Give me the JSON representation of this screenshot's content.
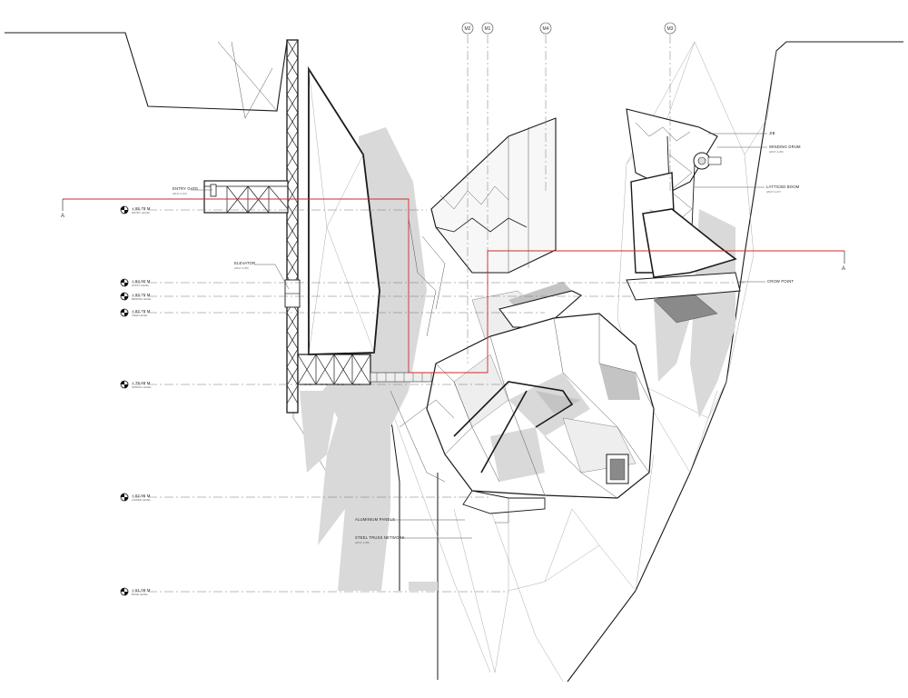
{
  "grid_markers": [
    "M2",
    "M1",
    "M4",
    "M3"
  ],
  "section_markers": [
    "A",
    "A"
  ],
  "levels": [
    {
      "value": "+ 95.78 M",
      "sub": "ENTRY LEVEL"
    },
    {
      "value": "+ 84.90 M",
      "sub": "HOIST LEVEL"
    },
    {
      "value": "+ 93.75 M",
      "sub": "BRIDGE LEVEL"
    },
    {
      "value": "+ 82.78 M",
      "sub": "VIEW LEVEL"
    },
    {
      "value": "+ 78.69 M",
      "sub": "SPRING LEVEL"
    },
    {
      "value": "+ 62.96 M",
      "sub": "LOWER LEVEL"
    },
    {
      "value": "+ 51.09 M",
      "sub": "BASE LEVEL"
    }
  ],
  "callouts": {
    "entry_gate": {
      "title": "ENTRY GATE",
      "sub": "(2017-1-04)"
    },
    "elevator": {
      "title": "ELEVATOR",
      "sub": "(2017-1-05)"
    },
    "jib": {
      "title": "JIB"
    },
    "winding_drum": {
      "title": "WINDING DRUM",
      "sub": "(2017-1-06)"
    },
    "latticed_boom": {
      "title": "LATTICED BOOM",
      "sub": "(2017-1-07)"
    },
    "crow_point": {
      "title": "CROW POINT"
    },
    "aluminium_panels": {
      "title": "ALUMINIUM PANELS"
    },
    "steel_truss": {
      "title": "STEEL TRUSS NETWORK",
      "sub": "(2017-1-08)"
    }
  },
  "colors": {
    "section_line": "#d22a2a",
    "ink": "#1a1a1a",
    "shadow": "#d9d9d9"
  }
}
